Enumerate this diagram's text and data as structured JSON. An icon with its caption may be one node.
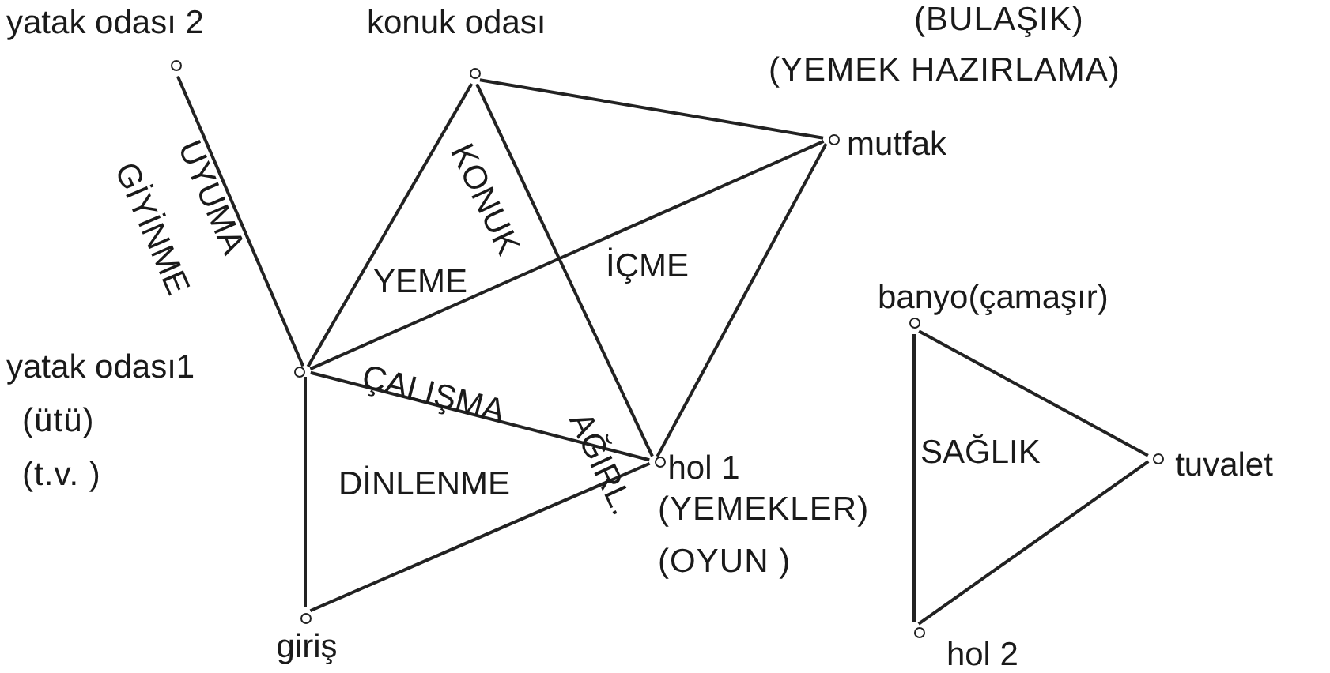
{
  "diagram": {
    "nodes": [
      {
        "text": [
          "yatak odası 2"
        ]
      },
      {
        "text": [
          "konuk odası"
        ]
      },
      {
        "text": [
          "mutfak"
        ],
        "beside": [
          "(BULAŞIK)",
          "(YEMEK HAZIRLAMA)"
        ]
      },
      {
        "text": [
          "yatak odası1"
        ],
        "beside": [
          "(ütü)",
          "(t.v. )"
        ]
      },
      {
        "text": [
          "banyo(çamaşır)"
        ]
      },
      {
        "text": [
          "tuvalet"
        ]
      },
      {
        "text": [
          "hol 1"
        ],
        "beside": [
          "(YEMEKLER)",
          "(OYUN )"
        ]
      },
      {
        "text": [
          "giriş"
        ]
      },
      {
        "text": [
          "hol 2"
        ]
      }
    ],
    "edges": [
      {
        "from": 0,
        "to": 3,
        "arrow": "none",
        "label": "UYUMA"
      },
      {
        "from": 1,
        "to": 3,
        "arrow": "none"
      },
      {
        "from": 1,
        "to": 2,
        "arrow": "none"
      },
      {
        "from": 1,
        "to": 6,
        "arrow": "none",
        "label": "KONUK"
      },
      {
        "from": 3,
        "to": 2,
        "arrow": "none"
      },
      {
        "from": 3,
        "to": 6,
        "arrow": "none",
        "label": "ÇALIŞMA"
      },
      {
        "from": 2,
        "to": 6,
        "arrow": "none"
      },
      {
        "from": 3,
        "to": 7,
        "arrow": "none"
      },
      {
        "from": 7,
        "to": 6,
        "arrow": "none"
      },
      {
        "from": 4,
        "to": 8,
        "arrow": "none"
      },
      {
        "from": 4,
        "to": 5,
        "arrow": "none"
      },
      {
        "from": 5,
        "to": 8,
        "arrow": "none"
      }
    ],
    "labels": [
      "GİYİNME",
      "YEME",
      "İÇME",
      "AĞIRL.",
      "DİNLENME",
      "SAĞLIK"
    ]
  }
}
